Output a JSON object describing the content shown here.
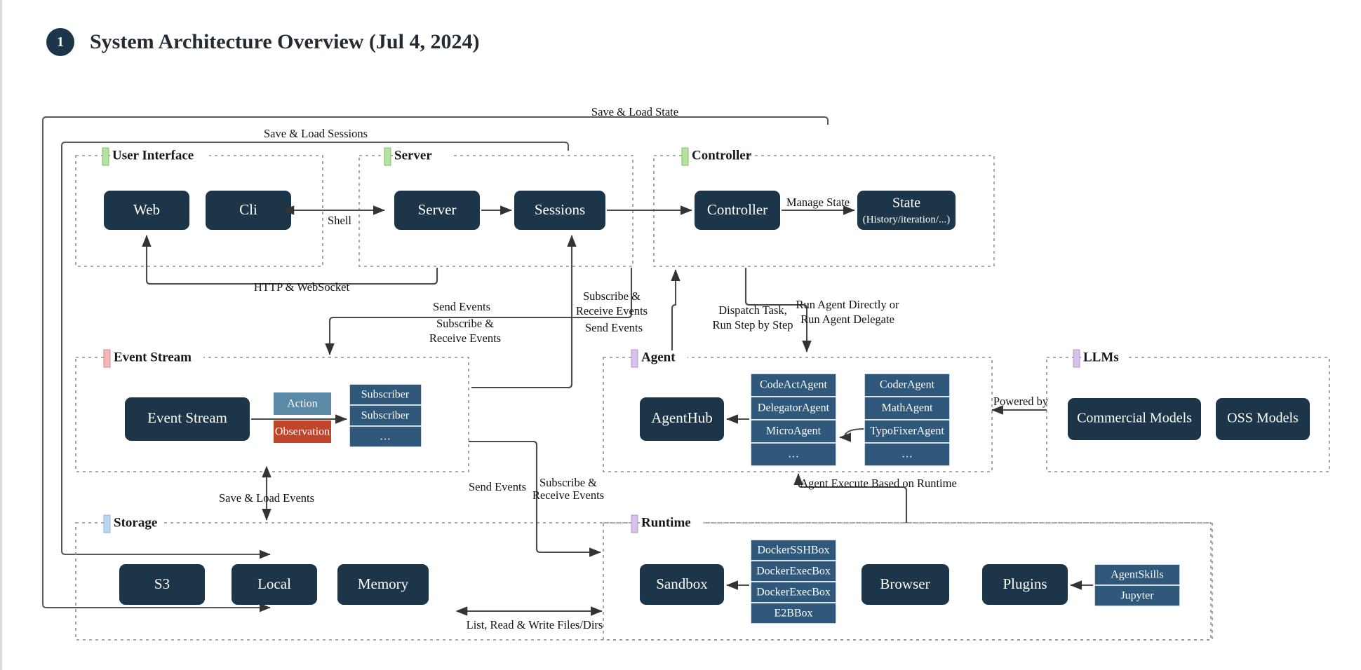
{
  "header": {
    "badge": "1",
    "title": "System Architecture Overview (Jul 4, 2024)"
  },
  "groups": {
    "user_interface": {
      "label": "User Interface",
      "bar_color": "#b6e2a1"
    },
    "server": {
      "label": "Server",
      "bar_color": "#b6e2a1"
    },
    "controller": {
      "label": "Controller",
      "bar_color": "#b6e2a1"
    },
    "event_stream": {
      "label": "Event Stream",
      "bar_color": "#f2b8b8"
    },
    "agent": {
      "label": "Agent",
      "bar_color": "#d9c2e9"
    },
    "llms": {
      "label": "LLMs",
      "bar_color": "#d9c2e9"
    },
    "storage": {
      "label": "Storage",
      "bar_color": "#bcd6f0"
    },
    "runtime": {
      "label": "Runtime",
      "bar_color": "#d9c2e9"
    }
  },
  "nodes": {
    "web": "Web",
    "cli": "Cli",
    "server": "Server",
    "sessions": "Sessions",
    "controller": "Controller",
    "state_line1": "State",
    "state_line2": "(History/iteration/...)",
    "event_stream": "Event Stream",
    "agent_hub": "AgentHub",
    "commercial_models": "Commercial Models",
    "oss_models": "OSS Models",
    "s3": "S3",
    "local": "Local",
    "memory": "Memory",
    "sandbox": "Sandbox",
    "browser": "Browser",
    "plugins": "Plugins"
  },
  "chips": {
    "action": "Action",
    "observation": "Observation"
  },
  "stacks": {
    "subscribers": [
      "Subscriber",
      "Subscriber",
      "…"
    ],
    "agents_left": [
      "CodeActAgent",
      "DelegatorAgent",
      "MicroAgent",
      "…"
    ],
    "agents_right": [
      "CoderAgent",
      "MathAgent",
      "TypoFixerAgent",
      "…"
    ],
    "sandboxes": [
      "DockerSSHBox",
      "DockerExecBox",
      "DockerExecBox",
      "E2BBox"
    ],
    "plugins": [
      "AgentSkills",
      "Jupyter"
    ]
  },
  "edge_labels": {
    "save_load_state": "Save & Load State",
    "save_load_sessions": "Save & Load Sessions",
    "shell": "Shell",
    "manage_state": "Manage State",
    "http_websocket": "HTTP & WebSocket",
    "send_events_1": "Send Events",
    "subscribe_receive_1_a": "Subscribe &",
    "subscribe_receive_1_b": "Receive Events",
    "subscribe_receive_2_a": "Subscribe &",
    "subscribe_receive_2_b": "Receive Events",
    "send_events_2": "Send Events",
    "dispatch_task_a": "Dispatch Task,",
    "dispatch_task_b": "Run Step by Step",
    "run_agent_a": "Run Agent Directly or",
    "run_agent_b": "Run Agent Delegate",
    "powered_by": "Powered by",
    "save_load_events": "Save & Load Events",
    "send_events_3": "Send Events",
    "subscribe_receive_3_a": "Subscribe &",
    "subscribe_receive_3_b": "Receive Events",
    "agent_execute": "Agent Execute Based on Runtime",
    "list_read_write": "List, Read & Write Files/Dirs"
  },
  "colors": {
    "node_fill": "#1d3549",
    "stack_fill": "#2f587a",
    "action_chip": "#5b8aa6",
    "observation_chip": "#c0452a",
    "group_border": "#8a9097",
    "edge": "#4a4a4a"
  }
}
